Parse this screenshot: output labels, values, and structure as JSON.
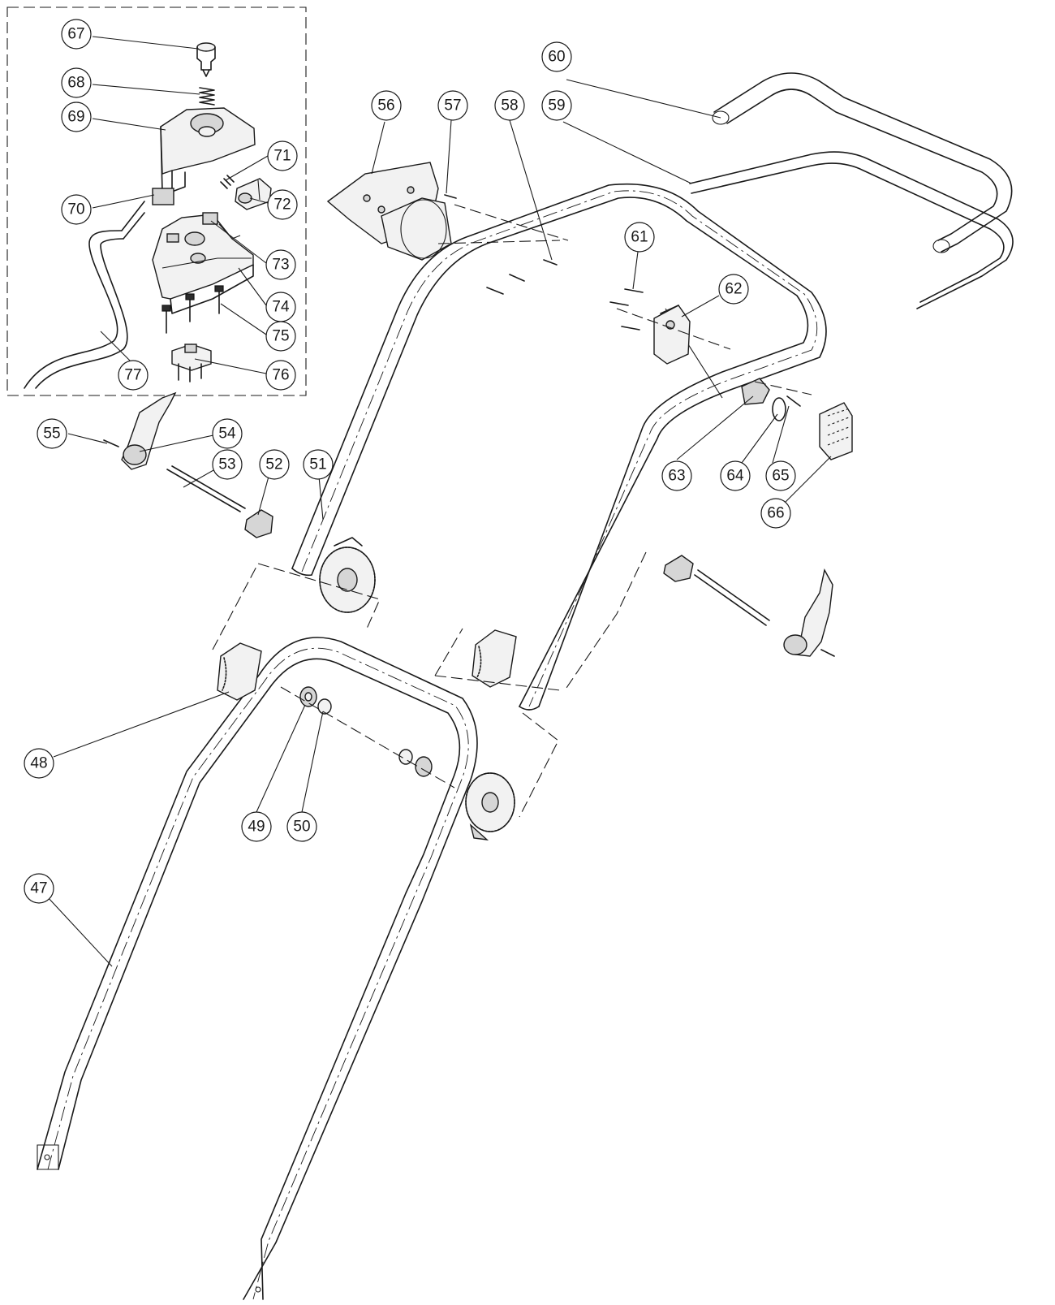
{
  "colors": {
    "line": "#1a1a1a",
    "paper": "#ffffff",
    "fill_dark": "#2c2c2c",
    "fill_grey": "#d6d6d6"
  },
  "callouts": {
    "p47": "47",
    "p48": "48",
    "p49": "49",
    "p50": "50",
    "p51": "51",
    "p52": "52",
    "p53": "53",
    "p54": "54",
    "p55": "55",
    "p56": "56",
    "p57": "57",
    "p58": "58",
    "p59": "59",
    "p60": "60",
    "p61": "61",
    "p62": "62",
    "p63": "63",
    "p64": "64",
    "p65": "65",
    "p66": "66",
    "p67": "67",
    "p68": "68",
    "p69": "69",
    "p70": "70",
    "p71": "71",
    "p72": "72",
    "p73": "73",
    "p74": "74",
    "p75": "75",
    "p76": "76",
    "p77": "77"
  }
}
